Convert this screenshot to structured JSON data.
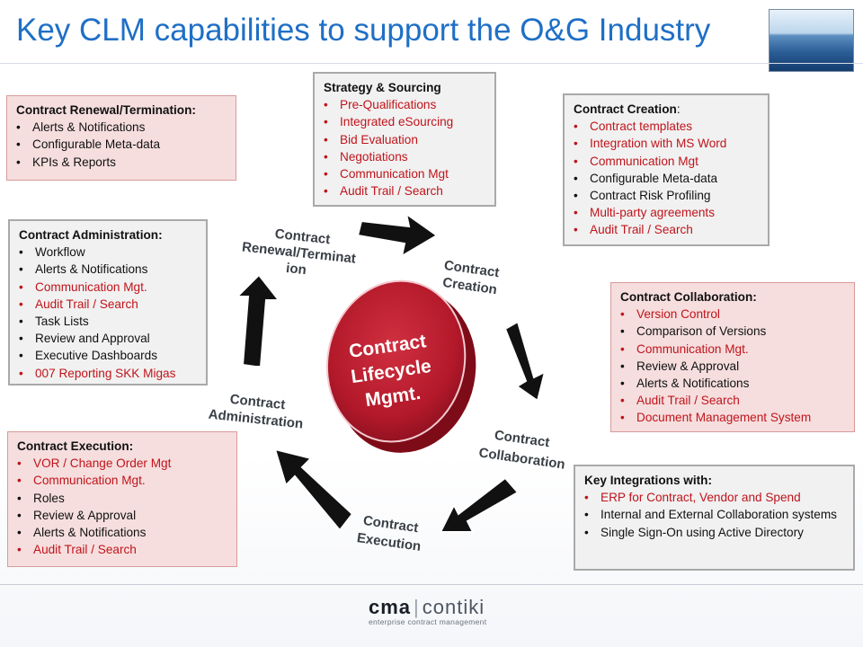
{
  "title": "Key CLM capabilities to support the O&G Industry",
  "center_label": [
    "Contract",
    "Lifecycle",
    "Mgmt."
  ],
  "stage_labels": {
    "renewal": [
      "Contract",
      "Renewal/Terminat",
      "ion"
    ],
    "creation": [
      "Contract",
      "Creation"
    ],
    "collaboration": [
      "Contract",
      "Collaboration"
    ],
    "execution": [
      "Contract",
      "Execution"
    ],
    "administration": [
      "Contract",
      "Administration"
    ]
  },
  "boxes": {
    "strategy": {
      "heading": "Strategy & Sourcing",
      "items": [
        {
          "text": "Pre-Qualifications",
          "red": true
        },
        {
          "text": "Integrated eSourcing",
          "red": true
        },
        {
          "text": "Bid Evaluation",
          "red": true
        },
        {
          "text": "Negotiations",
          "red": true
        },
        {
          "text": "Communication Mgt",
          "red": true
        },
        {
          "text": "Audit Trail / Search",
          "red": true
        }
      ]
    },
    "renewal": {
      "heading": "Contract Renewal/Termination:",
      "items": [
        {
          "text": "Alerts & Notifications",
          "red": false
        },
        {
          "text": "Configurable Meta-data",
          "red": false
        },
        {
          "text": "KPIs & Reports",
          "red": false
        }
      ]
    },
    "creation": {
      "heading": "Contract Creation",
      "heading_suffix": ":",
      "items": [
        {
          "text": "Contract templates",
          "red": true
        },
        {
          "text": "Integration with MS Word",
          "red": true
        },
        {
          "text": "Communication Mgt",
          "red": true
        },
        {
          "text": "Configurable Meta-data",
          "red": false
        },
        {
          "text": "Contract Risk Profiling",
          "red": false
        },
        {
          "text": "Multi-party agreements",
          "red": true
        },
        {
          "text": "Audit Trail / Search",
          "red": true
        }
      ]
    },
    "administration": {
      "heading": "Contract Administration:",
      "items": [
        {
          "text": "Workflow",
          "red": false
        },
        {
          "text": "Alerts & Notifications",
          "red": false
        },
        {
          "text": "Communication Mgt.",
          "red": true
        },
        {
          "text": "Audit Trail / Search",
          "red": true
        },
        {
          "text": "Task Lists",
          "red": false
        },
        {
          "text": "Review and Approval",
          "red": false
        },
        {
          "text": "Executive Dashboards",
          "red": false
        },
        {
          "text": "007 Reporting SKK Migas",
          "red": true
        }
      ]
    },
    "collaboration": {
      "heading": "Contract Collaboration:",
      "items": [
        {
          "text": "Version Control",
          "red": true
        },
        {
          "text": "Comparison of Versions",
          "red": false
        },
        {
          "text": "Communication Mgt.",
          "red": true
        },
        {
          "text": "Review & Approval",
          "red": false
        },
        {
          "text": "Alerts & Notifications",
          "red": false
        },
        {
          "text": "Audit Trail / Search",
          "red": true
        },
        {
          "text": "Document Management System",
          "red": true
        }
      ]
    },
    "execution": {
      "heading": "Contract Execution:",
      "items": [
        {
          "text": "VOR / Change Order Mgt",
          "red": true
        },
        {
          "text": "Communication Mgt.",
          "red": true
        },
        {
          "text": "Roles",
          "red": false
        },
        {
          "text": "Review & Approval",
          "red": false
        },
        {
          "text": "Alerts & Notifications",
          "red": false
        },
        {
          "text": "Audit Trail / Search",
          "red": true
        }
      ]
    },
    "integrations": {
      "heading": "Key Integrations with:",
      "items": [
        {
          "text": "ERP for Contract, Vendor and Spend",
          "red": true
        },
        {
          "text": "Internal and External Collaboration systems",
          "red": false
        },
        {
          "text": "Single Sign-On using Active Directory",
          "red": false
        }
      ]
    }
  },
  "logo": {
    "brand_left": "cma",
    "brand_right": "contiki",
    "tagline": "enterprise contract management"
  },
  "colors": {
    "title": "#1f6fc6",
    "red_text": "#c0141b",
    "disc": "#b3192a",
    "arrow": "#111111"
  }
}
